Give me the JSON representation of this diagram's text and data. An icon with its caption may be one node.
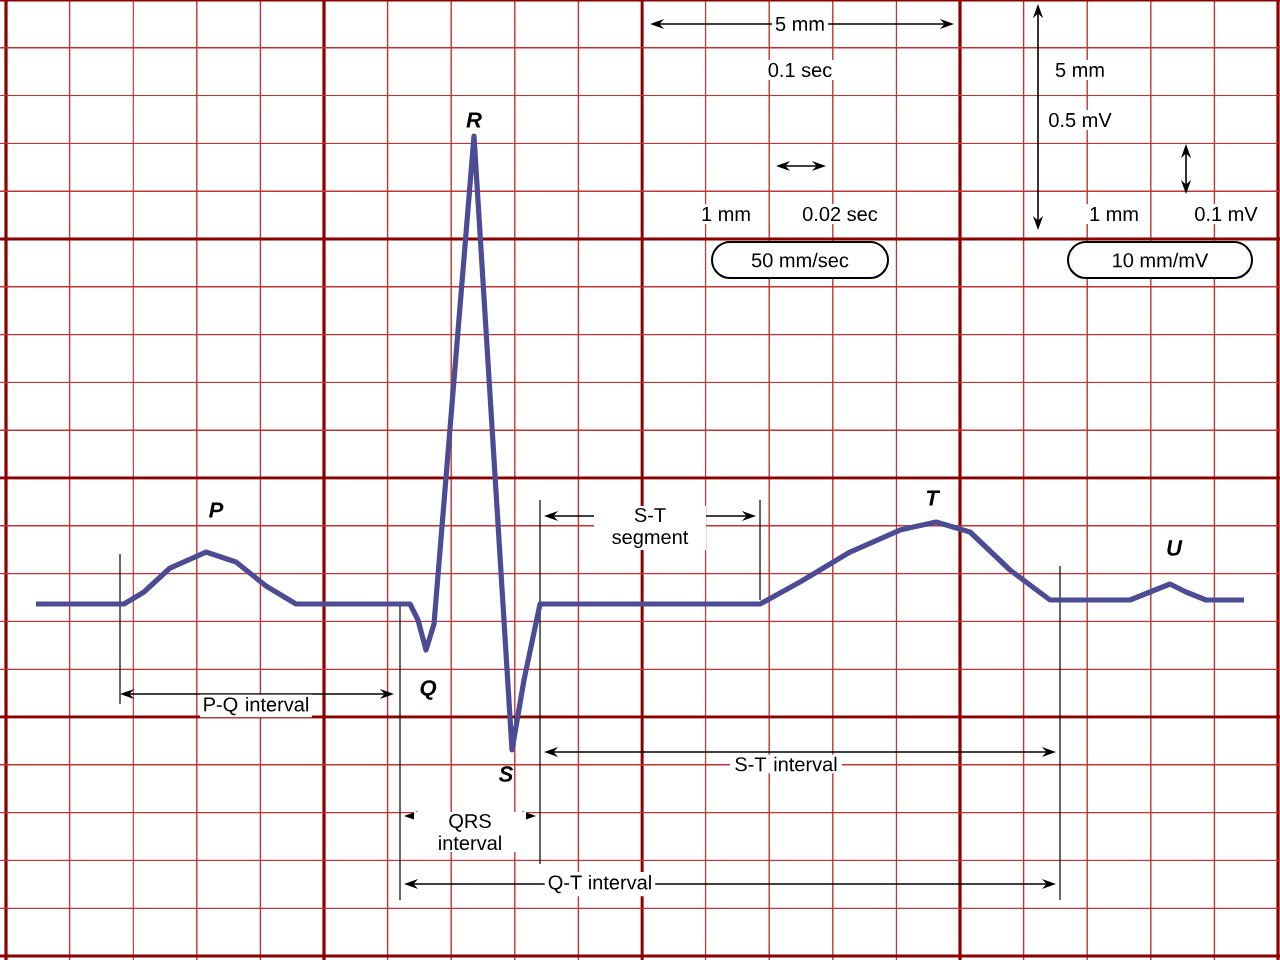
{
  "diagram": {
    "nodes": [
      {
        "text": [
          "50 mm/sec"
        ]
      },
      {
        "text": [
          "10 mm/mV"
        ]
      }
    ],
    "labels": [
      "5 mm",
      "0.1 sec",
      "5 mm",
      "0.5 mV",
      "1 mm",
      "0.02 sec",
      "1 mm",
      "0.1 mV",
      "R",
      "P",
      "S-T segment",
      "T",
      "U",
      "P-Q interval",
      "Q",
      "S",
      "S-T interval",
      "QRS interval",
      "Q-T interval"
    ]
  }
}
